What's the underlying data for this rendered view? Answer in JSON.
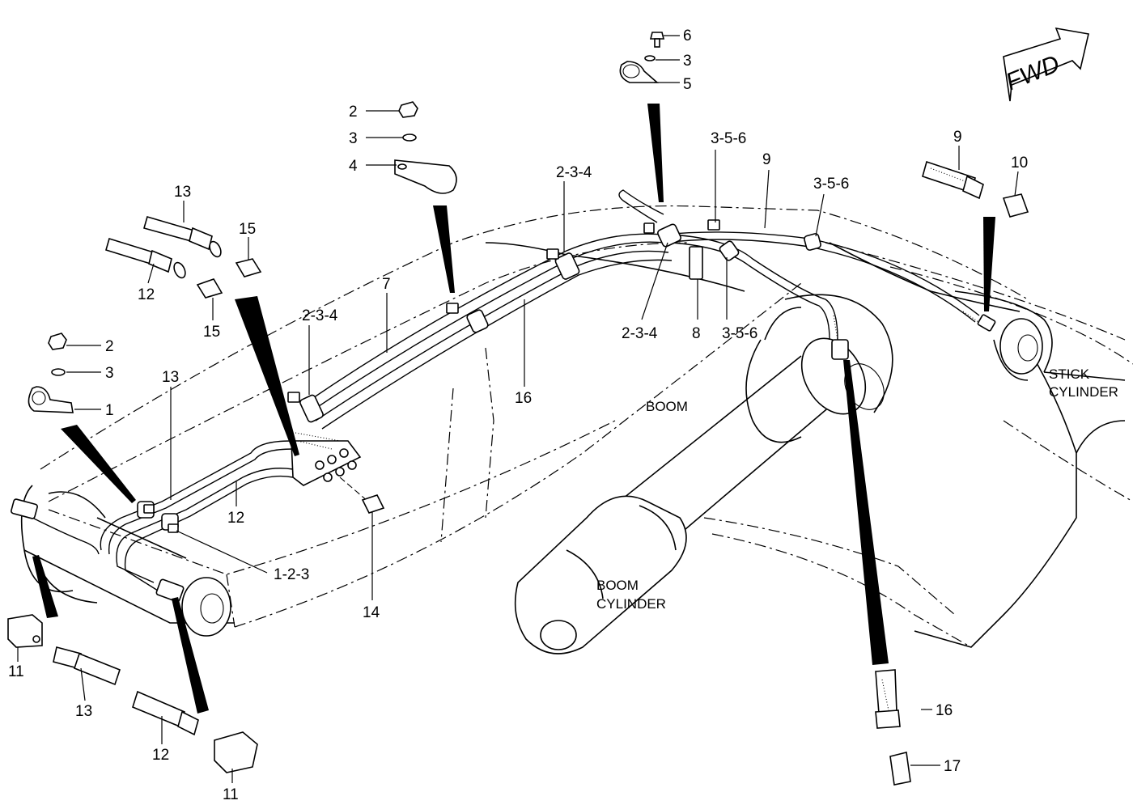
{
  "callouts": {
    "c6_top": "6",
    "c3_top": "3",
    "c5_top": "5",
    "c2_upper": "2",
    "c3_upper": "3",
    "c4_upper": "4",
    "c234_a": "2-3-4",
    "c356_a": "3-5-6",
    "c9_mid": "9",
    "c356_b": "3-5-6",
    "c9_right": "9",
    "c10": "10",
    "c13_a": "13",
    "c15_a": "15",
    "c12_a": "12",
    "c15_b": "15",
    "c7": "7",
    "c234_b": "2-3-4",
    "c234_c": "2-3-4",
    "c8": "8",
    "c356_c": "3-5-6",
    "c16_mid": "16",
    "c2_left": "2",
    "c3_left": "3",
    "c1": "1",
    "c13_b": "13",
    "c12_b": "12",
    "c123": "1-2-3",
    "c14": "14",
    "c11_a": "11",
    "c13_c": "13",
    "c12_c": "12",
    "c11_b": "11",
    "c16_bottom": "16",
    "c17": "17"
  },
  "regions": {
    "boom": "BOOM",
    "stick_line1": "STICK",
    "stick_line2": "CYLINDER",
    "boom_cyl_line1": "BOOM",
    "boom_cyl_line2": "CYLINDER"
  },
  "orientation": {
    "fwd_label": "FWD"
  }
}
